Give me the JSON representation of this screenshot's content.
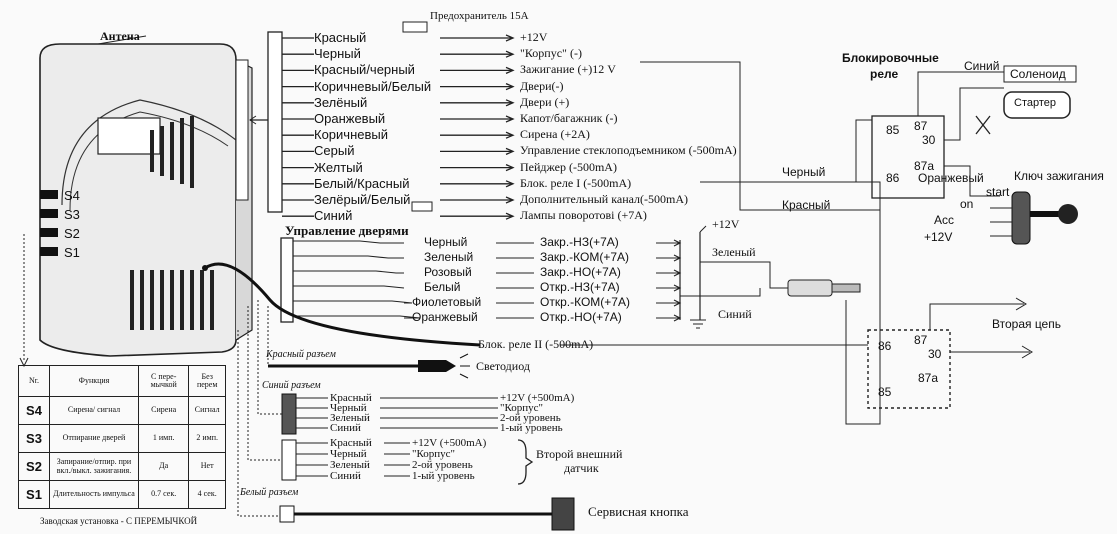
{
  "antenna_label": "Антена",
  "switches": [
    "S4",
    "S3",
    "S2",
    "S1"
  ],
  "fuse_label": "Предохранитель 15A",
  "main_wires": [
    {
      "color": "Красный",
      "function": "+12V"
    },
    {
      "color": "Черный",
      "function": "\"Корпус\" (-)"
    },
    {
      "color": "Красный/черный",
      "function": "Зажигание (+)12 V"
    },
    {
      "color": "Коричневый/Белый",
      "function": "Двери(-)"
    },
    {
      "color": "Зелёный",
      "function": "Двери (+)"
    },
    {
      "color": "Оранжевый",
      "function": "Капот/багажник (-)"
    },
    {
      "color": "Коричневый",
      "function": "Сирена (+2A)"
    },
    {
      "color": "Серый",
      "function": "Управление стеклоподъемником (-500mA)"
    },
    {
      "color": "Желтый",
      "function": "Пейджер (-500mA)"
    },
    {
      "color": "Белый/Красный",
      "function": "Блок. реле I (-500mA)"
    },
    {
      "color": "Зелёрый/Белый",
      "function": "Дополнительный канал(-500mA)"
    },
    {
      "color": "Синий",
      "function": "Лампы поворотові (+7A)"
    }
  ],
  "door_control": {
    "title": "Управление дверями",
    "wires": [
      {
        "color": "Черный",
        "function": "Закр.-НЗ(+7A)"
      },
      {
        "color": "Зеленый",
        "function": "Закр.-КОМ(+7A)"
      },
      {
        "color": "Розовый",
        "function": "Закр.-НО(+7A)"
      },
      {
        "color": "Белый",
        "function": "Откр.-НЗ(+7A)"
      },
      {
        "color": "Фиолетовый",
        "function": "Откр.-КОМ(+7A)"
      },
      {
        "color": "Оранжевый",
        "function": "Откр.-НО(+7A)"
      }
    ],
    "plus12": "+12V",
    "green": "Зеленый",
    "blue": "Синий"
  },
  "block_relay_2": "Блок. реле II (-500mA)",
  "relay_block": {
    "title_line1": "Блокировочные",
    "title_line2": "реле",
    "pins": [
      "85",
      "87",
      "30",
      "86",
      "87a"
    ],
    "black": "Черный",
    "red": "Красный",
    "blue": "Синий",
    "orange": "Оранжевый",
    "solenoid": "Соленоид",
    "starter": "Стартер",
    "ignition_key": "Ключ зажигания",
    "start": "start",
    "on": "on",
    "acc": "Acc",
    "plus12": "+12V"
  },
  "second_circuit": {
    "label": "Вторая цепь",
    "pins": [
      "86",
      "87",
      "30",
      "87a",
      "85"
    ]
  },
  "red_connector": {
    "title": "Красный разъем",
    "label": "Светодиод"
  },
  "blue_connector": {
    "title": "Синий разъем",
    "wires": [
      {
        "color": "Красный",
        "function": "+12V (+500mA)"
      },
      {
        "color": "Черный",
        "function": "\"Корпус\""
      },
      {
        "color": "Зеленый",
        "function": "2-ой уровень"
      },
      {
        "color": "Синий",
        "function": "1-ый уровень"
      }
    ]
  },
  "sensor_connector": {
    "wires": [
      {
        "color": "Красный",
        "function": "+12V (+500mA)"
      },
      {
        "color": "Черный",
        "function": "\"Корпус\""
      },
      {
        "color": "Зеленый",
        "function": "2-ой уровень"
      },
      {
        "color": "Синий",
        "function": "1-ый уровень"
      }
    ],
    "label_line1": "Второй внешний",
    "label_line2": "датчик"
  },
  "white_connector": {
    "title": "Белый разъем",
    "label": "Сервисная кнопка"
  },
  "table": {
    "headers": [
      "Nr.",
      "Функция",
      "С пере-мычкой",
      "Без перем"
    ],
    "rows": [
      [
        "S4",
        "Сирена/ сигнал",
        "Сирена",
        "Сигнал"
      ],
      [
        "S3",
        "Отпирание дверей",
        "1 имп.",
        "2 имп."
      ],
      [
        "S2",
        "Запирание/отпир. при вкл./выкл. зажигания.",
        "Да",
        "Нет"
      ],
      [
        "S1",
        "Длительность импульса",
        "0.7 сек.",
        "4 сек."
      ]
    ],
    "footer": "Заводская установка - С ПЕРЕМЫЧКОЙ"
  }
}
